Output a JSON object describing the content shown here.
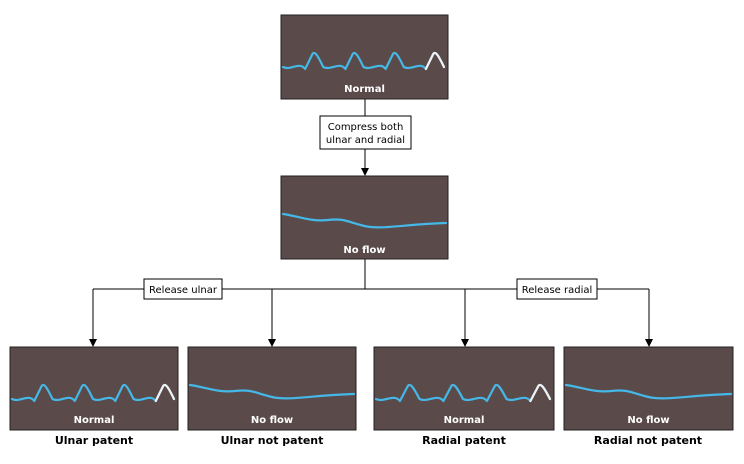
{
  "colors": {
    "panel_bg": "#5a4a4a",
    "panel_border": "#222222",
    "waveform": "#45b8e8",
    "waveform_tail": "#f2f2f2",
    "connector": "#000000",
    "label_box_bg": "#ffffff"
  },
  "panels": {
    "top": {
      "label": "Normal",
      "waveform": "pulsatile"
    },
    "middle": {
      "label": "No flow",
      "waveform": "flat"
    },
    "ulnar_patent": {
      "label": "Normal",
      "caption": "Ulnar patent",
      "waveform": "pulsatile"
    },
    "ulnar_not_patent": {
      "label": "No flow",
      "caption": "Ulnar not patent",
      "waveform": "flat"
    },
    "radial_patent": {
      "label": "Normal",
      "caption": "Radial patent",
      "waveform": "pulsatile"
    },
    "radial_not_patent": {
      "label": "No flow",
      "caption": "Radial not patent",
      "waveform": "flat"
    }
  },
  "steps": {
    "compress": {
      "line1": "Compress both",
      "line2": "ulnar and radial"
    },
    "release_ulnar": "Release ulnar",
    "release_radial": "Release radial"
  }
}
